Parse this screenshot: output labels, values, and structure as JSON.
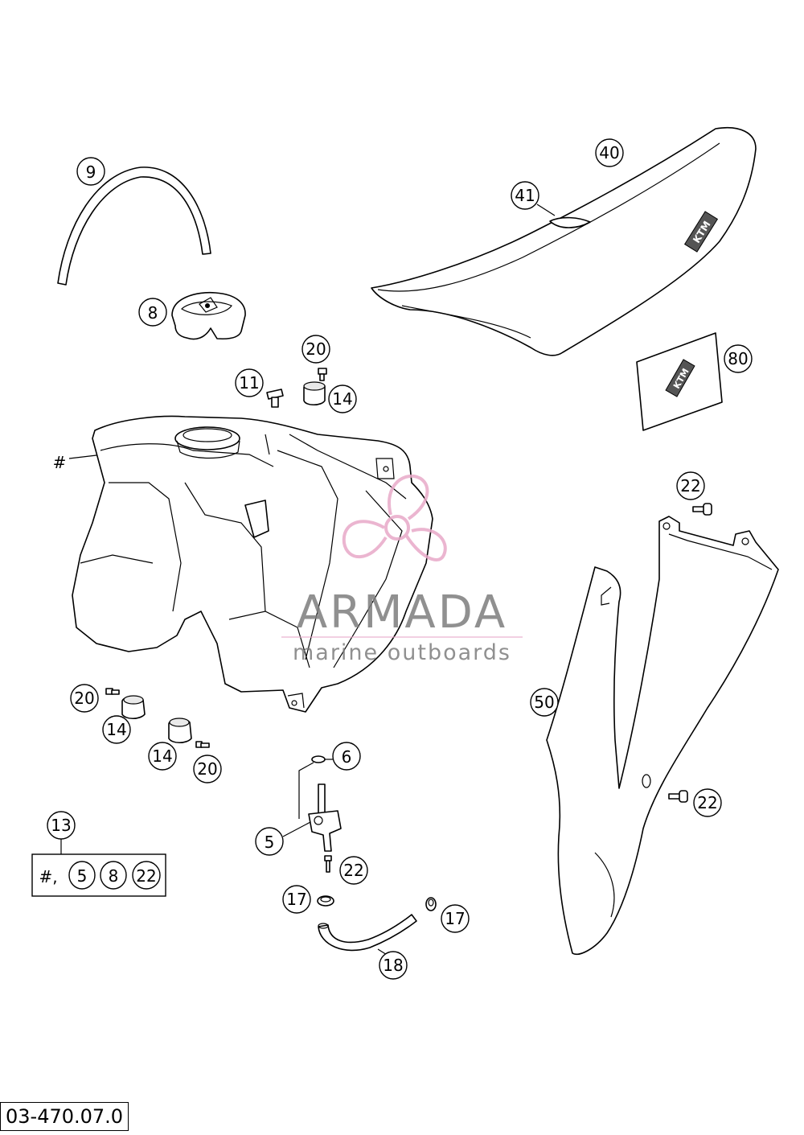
{
  "diagram_code": "03-470.07.0",
  "watermark": {
    "brand": "ARMADA",
    "tagline": "marine outboards",
    "brand_color": "#7d7d7d",
    "logo_color": "#e8a9c8"
  },
  "tank_marker": "#",
  "callouts": {
    "c9": "9",
    "c8": "8",
    "c20a": "20",
    "c11": "11",
    "c14a": "14",
    "c40": "40",
    "c41": "41",
    "c80": "80",
    "c22a": "22",
    "c20b": "20",
    "c14b": "14",
    "c14c": "14",
    "c20c": "20",
    "c6": "6",
    "c5": "5",
    "c22b": "22",
    "c50": "50",
    "c22c": "22",
    "c13": "13",
    "c17a": "17",
    "c17b": "17",
    "c18": "18"
  },
  "kit": {
    "prefix": "#,",
    "items": [
      "5",
      "8",
      "22"
    ]
  },
  "seat_logo": "KTM",
  "sticker_logo": "KTM"
}
